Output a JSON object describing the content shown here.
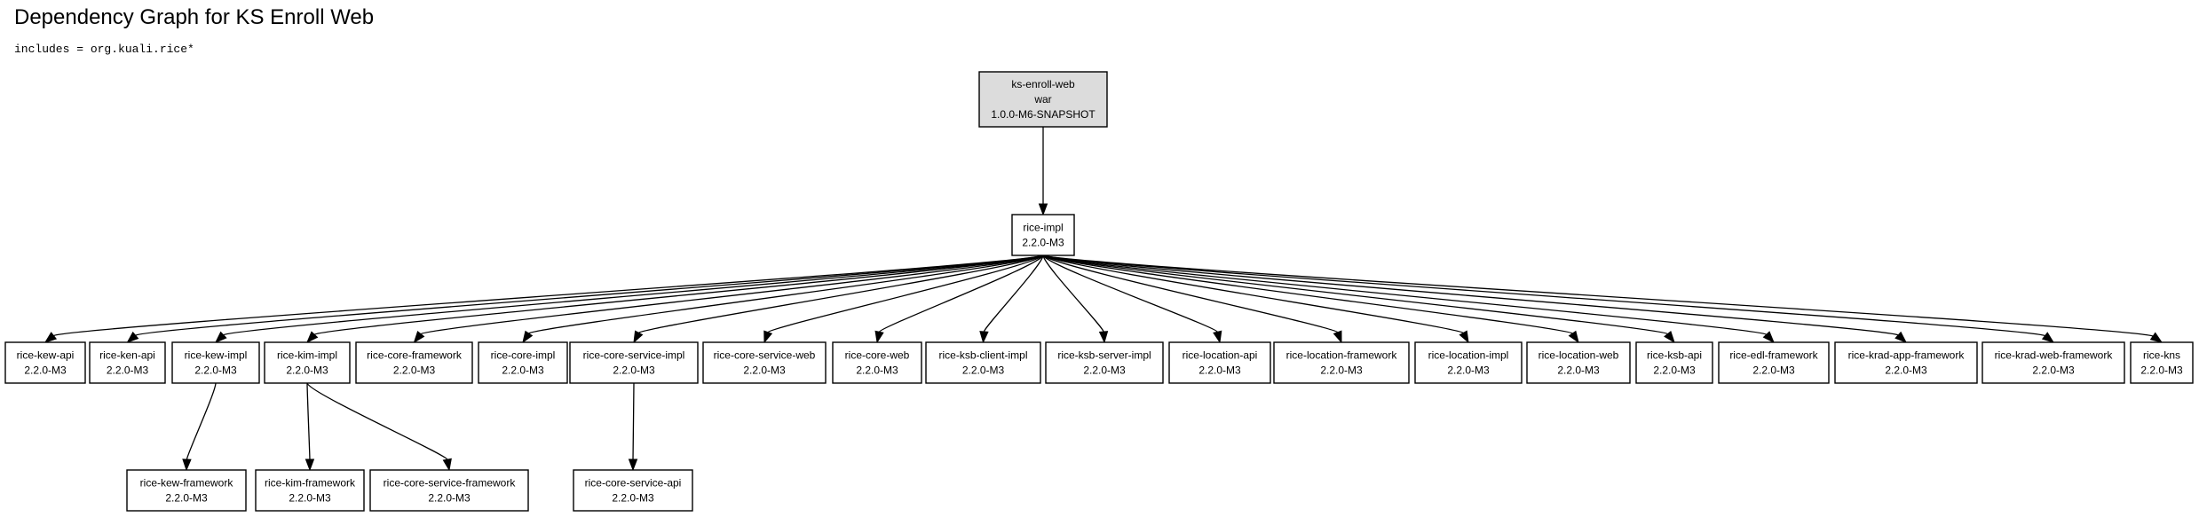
{
  "title": "Dependency Graph for KS Enroll Web",
  "subtitle": "includes = org.kuali.rice*",
  "colors": {
    "root_fill": "#dcdcdc",
    "node_fill": "#ffffff",
    "stroke": "#000000"
  },
  "nodes": [
    {
      "id": "ks-enroll-web",
      "lines": [
        "ks-enroll-web",
        "war",
        "1.0.0-M6-SNAPSHOT"
      ],
      "root": true
    },
    {
      "id": "rice-impl",
      "lines": [
        "rice-impl",
        "2.2.0-M3"
      ]
    },
    {
      "id": "rice-kew-api",
      "lines": [
        "rice-kew-api",
        "2.2.0-M3"
      ]
    },
    {
      "id": "rice-ken-api",
      "lines": [
        "rice-ken-api",
        "2.2.0-M3"
      ]
    },
    {
      "id": "rice-kew-impl",
      "lines": [
        "rice-kew-impl",
        "2.2.0-M3"
      ]
    },
    {
      "id": "rice-kim-impl",
      "lines": [
        "rice-kim-impl",
        "2.2.0-M3"
      ]
    },
    {
      "id": "rice-core-framework",
      "lines": [
        "rice-core-framework",
        "2.2.0-M3"
      ]
    },
    {
      "id": "rice-core-impl",
      "lines": [
        "rice-core-impl",
        "2.2.0-M3"
      ]
    },
    {
      "id": "rice-core-service-impl",
      "lines": [
        "rice-core-service-impl",
        "2.2.0-M3"
      ]
    },
    {
      "id": "rice-core-service-web",
      "lines": [
        "rice-core-service-web",
        "2.2.0-M3"
      ]
    },
    {
      "id": "rice-core-web",
      "lines": [
        "rice-core-web",
        "2.2.0-M3"
      ]
    },
    {
      "id": "rice-ksb-client-impl",
      "lines": [
        "rice-ksb-client-impl",
        "2.2.0-M3"
      ]
    },
    {
      "id": "rice-ksb-server-impl",
      "lines": [
        "rice-ksb-server-impl",
        "2.2.0-M3"
      ]
    },
    {
      "id": "rice-location-api",
      "lines": [
        "rice-location-api",
        "2.2.0-M3"
      ]
    },
    {
      "id": "rice-location-framework",
      "lines": [
        "rice-location-framework",
        "2.2.0-M3"
      ]
    },
    {
      "id": "rice-location-impl",
      "lines": [
        "rice-location-impl",
        "2.2.0-M3"
      ]
    },
    {
      "id": "rice-location-web",
      "lines": [
        "rice-location-web",
        "2.2.0-M3"
      ]
    },
    {
      "id": "rice-ksb-api",
      "lines": [
        "rice-ksb-api",
        "2.2.0-M3"
      ]
    },
    {
      "id": "rice-edl-framework",
      "lines": [
        "rice-edl-framework",
        "2.2.0-M3"
      ]
    },
    {
      "id": "rice-krad-app-framework",
      "lines": [
        "rice-krad-app-framework",
        "2.2.0-M3"
      ]
    },
    {
      "id": "rice-krad-web-framework",
      "lines": [
        "rice-krad-web-framework",
        "2.2.0-M3"
      ]
    },
    {
      "id": "rice-kns",
      "lines": [
        "rice-kns",
        "2.2.0-M3"
      ]
    },
    {
      "id": "rice-kew-framework",
      "lines": [
        "rice-kew-framework",
        "2.2.0-M3"
      ]
    },
    {
      "id": "rice-kim-framework",
      "lines": [
        "rice-kim-framework",
        "2.2.0-M3"
      ]
    },
    {
      "id": "rice-core-service-framework",
      "lines": [
        "rice-core-service-framework",
        "2.2.0-M3"
      ]
    },
    {
      "id": "rice-core-service-api",
      "lines": [
        "rice-core-service-api",
        "2.2.0-M3"
      ]
    }
  ],
  "edges": [
    [
      "ks-enroll-web",
      "rice-impl"
    ],
    [
      "rice-impl",
      "rice-kew-api"
    ],
    [
      "rice-impl",
      "rice-ken-api"
    ],
    [
      "rice-impl",
      "rice-kew-impl"
    ],
    [
      "rice-impl",
      "rice-kim-impl"
    ],
    [
      "rice-impl",
      "rice-core-framework"
    ],
    [
      "rice-impl",
      "rice-core-impl"
    ],
    [
      "rice-impl",
      "rice-core-service-impl"
    ],
    [
      "rice-impl",
      "rice-core-service-web"
    ],
    [
      "rice-impl",
      "rice-core-web"
    ],
    [
      "rice-impl",
      "rice-ksb-client-impl"
    ],
    [
      "rice-impl",
      "rice-ksb-server-impl"
    ],
    [
      "rice-impl",
      "rice-location-api"
    ],
    [
      "rice-impl",
      "rice-location-framework"
    ],
    [
      "rice-impl",
      "rice-location-impl"
    ],
    [
      "rice-impl",
      "rice-location-web"
    ],
    [
      "rice-impl",
      "rice-ksb-api"
    ],
    [
      "rice-impl",
      "rice-edl-framework"
    ],
    [
      "rice-impl",
      "rice-krad-app-framework"
    ],
    [
      "rice-impl",
      "rice-krad-web-framework"
    ],
    [
      "rice-impl",
      "rice-kns"
    ],
    [
      "rice-kew-impl",
      "rice-kew-framework"
    ],
    [
      "rice-kim-impl",
      "rice-kim-framework"
    ],
    [
      "rice-kim-impl",
      "rice-core-service-framework"
    ],
    [
      "rice-core-service-impl",
      "rice-core-service-api"
    ]
  ]
}
